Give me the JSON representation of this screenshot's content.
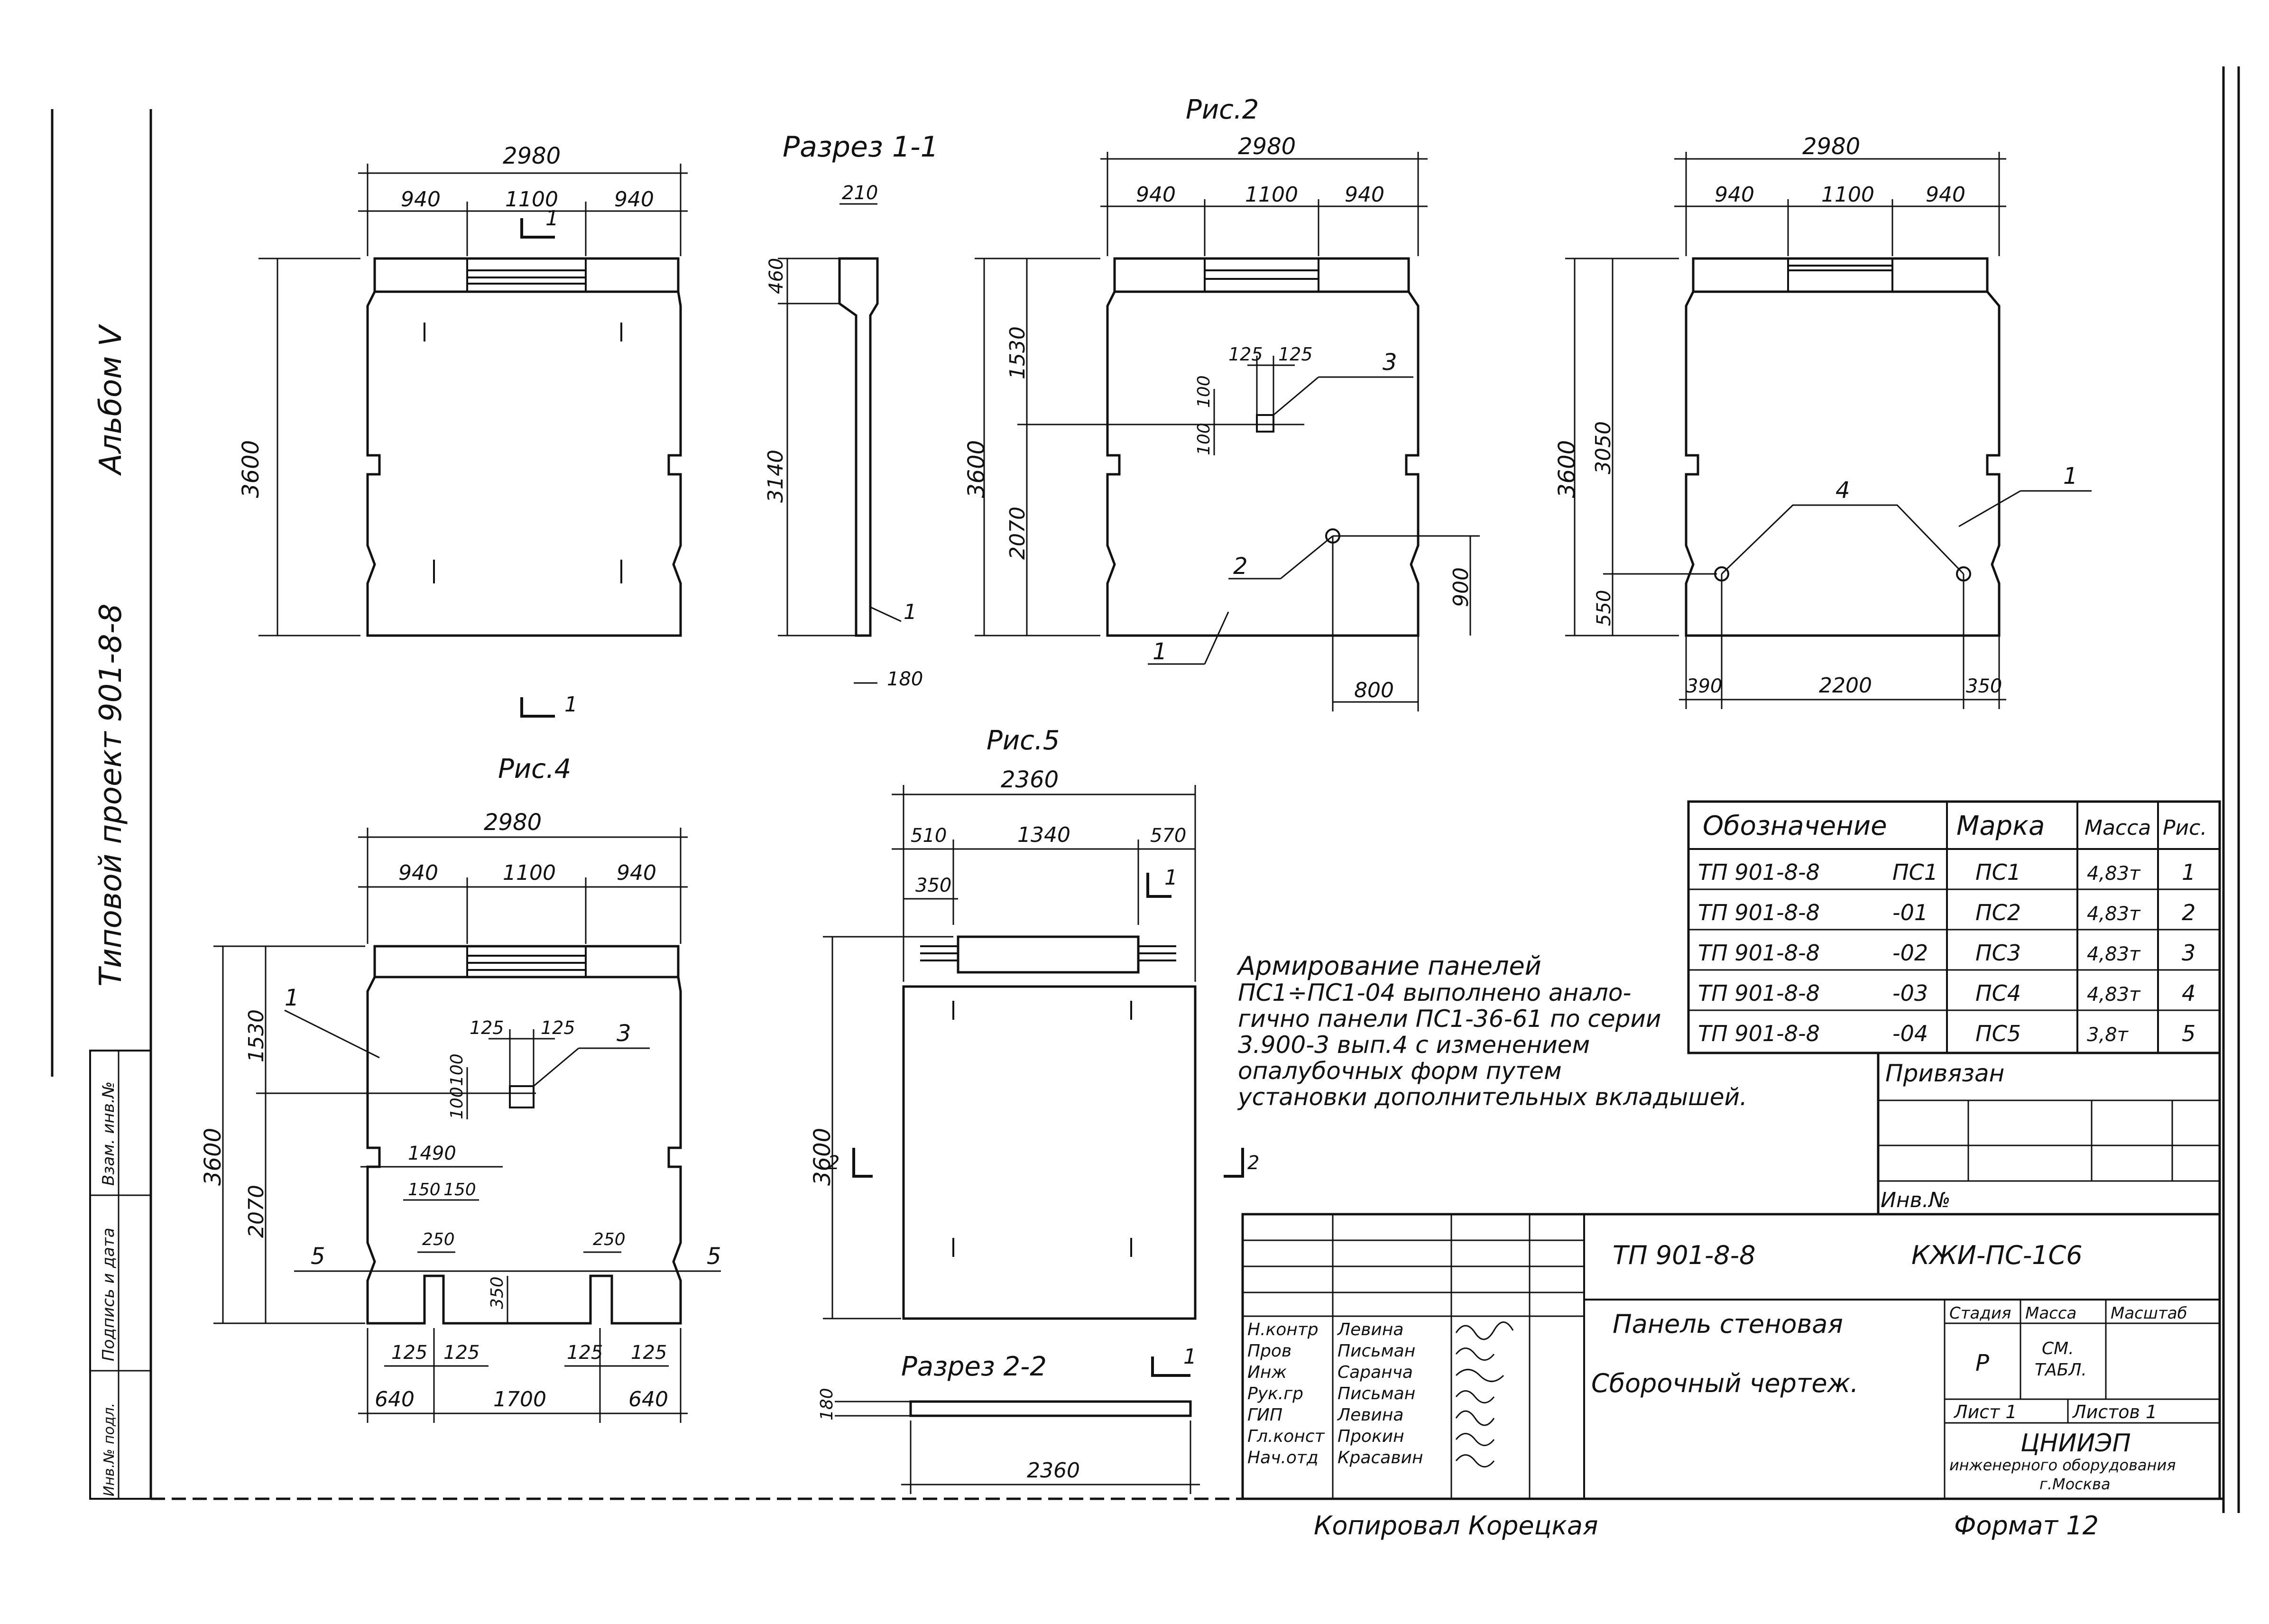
{
  "album_side": {
    "project": "Типовой проект 901-8-8",
    "album": "Альбом V",
    "vz_inv": "Взам. инв.№",
    "sign_date": "Подпись и дата",
    "inv_podl": "Инв.№ подл."
  },
  "dims": {
    "d2980": "2980",
    "d940": "940",
    "d1100": "1100",
    "d3600": "3600",
    "d210": "210",
    "d460": "460",
    "d3140": "3140",
    "d180": "180",
    "d1530": "1530",
    "d2070": "2070",
    "d125": "125",
    "d100": "100",
    "d900": "900",
    "d800": "800",
    "d3050": "3050",
    "d550": "550",
    "d390": "390",
    "d2200": "2200",
    "d350": "350",
    "d1490": "1490",
    "d150": "150",
    "d250": "250",
    "d1700": "1700",
    "d640": "640",
    "d2360": "2360",
    "d510": "510",
    "d1340": "1340",
    "d570": "570"
  },
  "labels": {
    "section_1_1": "Разрез 1-1",
    "section_2_2": "Разрез 2-2",
    "fig2": "Рис.2",
    "fig4": "Рис.4",
    "fig5": "Рис.5",
    "cut1": "1",
    "cut2": "2",
    "cut5": "5",
    "callout1": "1",
    "callout2": "2",
    "callout3": "3",
    "callout4": "4"
  },
  "note": {
    "line1": "Армирование панелей",
    "line2": "ПС1÷ПС1-04 выполнено анало-",
    "line3": "гично панели ПС1-36-61 по серии",
    "line4": "3.900-3 вып.4 с изменением",
    "line5": "опалубочных форм путем",
    "line6": "установки дополнительных вкладышей."
  },
  "spec_table": {
    "headers": [
      "Обозначение",
      "Марка",
      "Масса",
      "Рис."
    ],
    "rows": [
      [
        "ТП 901-8-8",
        "ПС1",
        "ПС1",
        "4,83т",
        "1"
      ],
      [
        "ТП 901-8-8",
        "-01",
        "ПС2",
        "4,83т",
        "2"
      ],
      [
        "ТП 901-8-8",
        "-02",
        "ПС3",
        "4,83т",
        "3"
      ],
      [
        "ТП 901-8-8",
        "-03",
        "ПС4",
        "4,83т",
        "4"
      ],
      [
        "ТП 901-8-8",
        "-04",
        "ПС5",
        "3,8т",
        "5"
      ]
    ]
  },
  "stamp": {
    "privyazan": "Привязан",
    "inv_no": "Инв.№",
    "project_code": "ТП 901-8-8",
    "sheet_code": "КЖИ-ПС-1С6",
    "title1": "Панель стеновая",
    "title2": "Сборочный чертеж.",
    "stage_h": "Стадия",
    "mass_h": "Масса",
    "scale_h": "Масштаб",
    "stage": "Р",
    "mass_v1": "СМ.",
    "mass_v2": "ТАБЛ.",
    "sheet": "Лист 1",
    "sheets": "Листов 1",
    "org1": "ЦНИИЭП",
    "org2": "инженерного оборудования",
    "org3": "г.Москва",
    "people": [
      {
        "role": "Н.контр",
        "name": "Левина"
      },
      {
        "role": "Пров",
        "name": "Письман"
      },
      {
        "role": "Инж",
        "name": "Саранча"
      },
      {
        "role": "Рук.гр",
        "name": "Письман"
      },
      {
        "role": "ГИП",
        "name": "Левина"
      },
      {
        "role": "Гл.конст",
        "name": "Прокин"
      },
      {
        "role": "Нач.отд",
        "name": "Красавин"
      }
    ]
  },
  "footer": {
    "copied": "Копировал Корецкая",
    "format": "Формат 12"
  }
}
